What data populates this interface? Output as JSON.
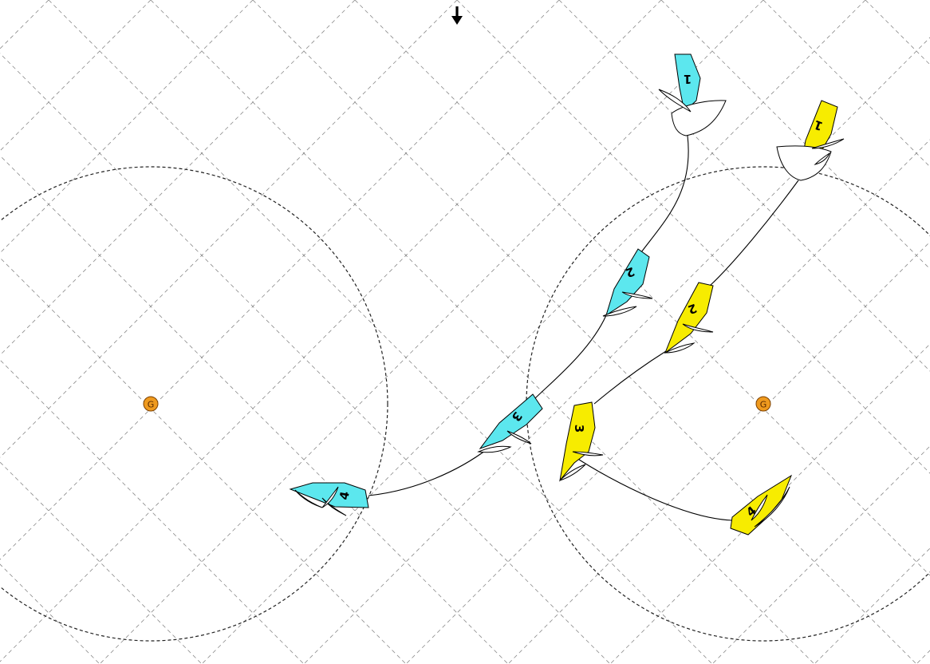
{
  "diagram": {
    "wind_indicator": "down-arrow-icon",
    "colors": {
      "cyan_boat": "#5ce7ee",
      "yellow_boat": "#f7ec00",
      "mark_fill": "#ef9a1e"
    },
    "marks": [
      {
        "id": "mark-left",
        "label": "G"
      },
      {
        "id": "mark-right",
        "label": "G"
      }
    ],
    "boats": [
      {
        "id": "cyan",
        "positions": [
          {
            "label": "1"
          },
          {
            "label": "2"
          },
          {
            "label": "3"
          },
          {
            "label": "4"
          }
        ]
      },
      {
        "id": "yellow",
        "positions": [
          {
            "label": "1"
          },
          {
            "label": "2"
          },
          {
            "label": "3"
          },
          {
            "label": "4"
          }
        ]
      }
    ]
  }
}
